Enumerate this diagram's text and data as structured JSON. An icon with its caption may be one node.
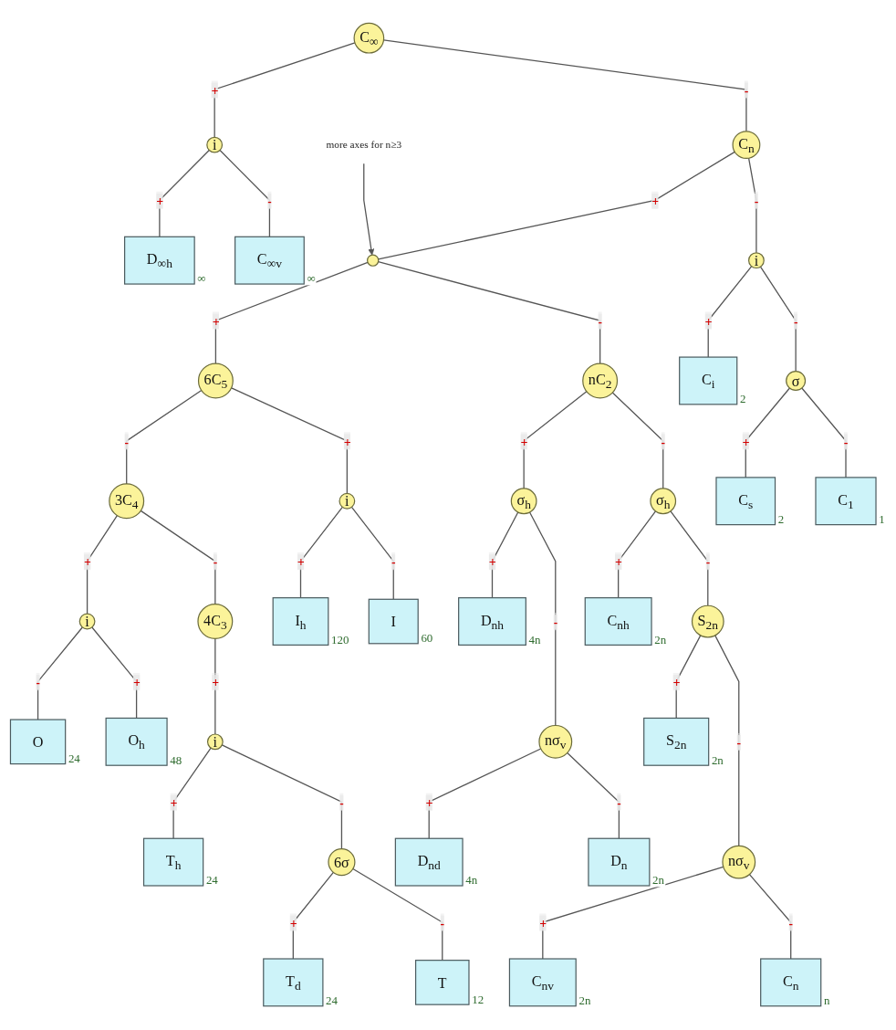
{
  "diagram": {
    "nodes": [
      {
        "text": [
          "C$_{∞}$"
        ]
      },
      {
        "text": [
          "i"
        ]
      },
      {
        "text": [
          "D$_{∞h}$"
        ],
        "beside": [
          "∞"
        ]
      },
      {
        "text": [
          "C$_{∞v}$"
        ],
        "beside": [
          "∞"
        ]
      },
      {
        "text": [
          "O"
        ],
        "beside": [
          "24"
        ]
      },
      {
        "text": [
          "i"
        ]
      },
      {
        "text": [
          "O$_{h}$"
        ],
        "beside": [
          "48"
        ]
      },
      {
        "text": [
          "more axes for n≥3"
        ]
      },
      {
        "text": [
          "C$_{n}$"
        ]
      },
      {
        "text": [],
        "shape": "circle"
      },
      {
        "text": [
          "6C$_{5}$"
        ]
      },
      {
        "text": [
          "3C$_{4}$"
        ]
      },
      {
        "text": [
          "4C$_{3}$"
        ]
      },
      {
        "text": [
          "i"
        ]
      },
      {
        "text": [
          "C$_{i}$"
        ],
        "beside": [
          "2"
        ]
      },
      {
        "text": [
          "i"
        ]
      },
      {
        "text": [
          "I$_{h}$"
        ],
        "beside": [
          "120"
        ]
      },
      {
        "text": [
          "i"
        ]
      },
      {
        "text": [
          "T$_{h}$"
        ],
        "beside": [
          "24"
        ]
      },
      {
        "text": [
          "I"
        ],
        "beside": [
          "60"
        ]
      },
      {
        "text": [
          "6σ"
        ]
      },
      {
        "text": [
          "T$_{d}$"
        ],
        "beside": [
          "24"
        ]
      },
      {
        "text": [
          "σ"
        ]
      },
      {
        "text": [
          "C$_{s}$"
        ],
        "beside": [
          "2"
        ]
      },
      {
        "text": [
          "nC$_{2}$"
        ]
      },
      {
        "text": [
          "σ$_{h}$"
        ]
      },
      {
        "text": [
          "D$_{nh}$"
        ],
        "beside": [
          "4n"
        ]
      },
      {
        "text": [
          "T"
        ],
        "beside": [
          "12"
        ]
      },
      {
        "text": [
          "C$_{1}$"
        ],
        "beside": [
          "1"
        ]
      },
      {
        "text": [
          "σ$_{h}$"
        ]
      },
      {
        "text": [
          "C$_{nh}$"
        ],
        "beside": [
          "2n"
        ]
      },
      {
        "text": [
          "nσ$_{v}$"
        ]
      },
      {
        "text": [
          "D$_{nd}$"
        ],
        "beside": [
          "4n"
        ]
      },
      {
        "text": [
          "S$_{2n}$"
        ]
      },
      {
        "text": [
          "S$_{2n}$"
        ],
        "beside": [
          "2n"
        ]
      },
      {
        "text": [
          "D$_{n}$"
        ],
        "beside": [
          "2n"
        ]
      },
      {
        "text": [
          "nσ$_{v}$"
        ]
      },
      {
        "text": [
          "C$_{nv}$"
        ],
        "beside": [
          "2n"
        ]
      },
      {
        "text": [
          "C$_{n}$"
        ],
        "beside": [
          "n"
        ]
      }
    ],
    "edges": [
      {
        "from": 0,
        "to": 1,
        "arrow": "none",
        "label": "+"
      },
      {
        "from": 1,
        "to": 2,
        "arrow": "none",
        "label": "+"
      },
      {
        "from": 1,
        "to": 3,
        "arrow": "none",
        "label": "-"
      },
      {
        "from": 0,
        "to": 8,
        "arrow": "none",
        "label": "-"
      },
      {
        "from": 5,
        "to": 4,
        "arrow": "none",
        "label": "-"
      },
      {
        "from": 5,
        "to": 6,
        "arrow": "none",
        "label": "+"
      },
      {
        "from": 11,
        "to": 5,
        "arrow": "none",
        "label": "+"
      },
      {
        "from": 7,
        "to": 9,
        "arrow": "to"
      },
      {
        "from": 8,
        "to": 9,
        "arrow": "none",
        "label": "+"
      },
      {
        "from": 9,
        "to": 10,
        "arrow": "none",
        "label": "+"
      },
      {
        "from": 10,
        "to": 11,
        "arrow": "none",
        "label": "-"
      },
      {
        "from": 11,
        "to": 12,
        "arrow": "none",
        "label": "-"
      },
      {
        "from": 8,
        "to": 13,
        "arrow": "none",
        "label": "-"
      },
      {
        "from": 13,
        "to": 14,
        "arrow": "none",
        "label": "+"
      },
      {
        "from": 10,
        "to": 15,
        "arrow": "none",
        "label": "+"
      },
      {
        "from": 15,
        "to": 16,
        "arrow": "none",
        "label": "+"
      },
      {
        "from": 15,
        "to": 19,
        "arrow": "none",
        "label": "-"
      },
      {
        "from": 12,
        "to": 17,
        "arrow": "none",
        "label": "+"
      },
      {
        "from": 17,
        "to": 18,
        "arrow": "none",
        "label": "+"
      },
      {
        "from": 17,
        "to": 20,
        "arrow": "none",
        "label": "-"
      },
      {
        "from": 20,
        "to": 21,
        "arrow": "none",
        "label": "+"
      },
      {
        "from": 20,
        "to": 27,
        "arrow": "none",
        "label": "-"
      },
      {
        "from": 13,
        "to": 22,
        "arrow": "none",
        "label": "-"
      },
      {
        "from": 22,
        "to": 23,
        "arrow": "none",
        "label": "+"
      },
      {
        "from": 22,
        "to": 28,
        "arrow": "none",
        "label": "-"
      },
      {
        "from": 9,
        "to": 24,
        "arrow": "none",
        "label": "-"
      },
      {
        "from": 24,
        "to": 25,
        "arrow": "none",
        "label": "+"
      },
      {
        "from": 25,
        "to": 26,
        "arrow": "none",
        "label": "+"
      },
      {
        "from": 25,
        "to": 31,
        "arrow": "none",
        "label": "-"
      },
      {
        "from": 31,
        "to": 32,
        "arrow": "none",
        "label": "+"
      },
      {
        "from": 31,
        "to": 35,
        "arrow": "none",
        "label": "-"
      },
      {
        "from": 24,
        "to": 29,
        "arrow": "none",
        "label": "-"
      },
      {
        "from": 29,
        "to": 30,
        "arrow": "none",
        "label": "+"
      },
      {
        "from": 29,
        "to": 33,
        "arrow": "none",
        "label": "-"
      },
      {
        "from": 33,
        "to": 34,
        "arrow": "none",
        "label": "+"
      },
      {
        "from": 33,
        "to": 36,
        "arrow": "none",
        "label": "-"
      },
      {
        "from": 36,
        "to": 37,
        "arrow": "none",
        "label": "+"
      },
      {
        "from": 36,
        "to": 38,
        "arrow": "none",
        "label": "-"
      }
    ]
  }
}
